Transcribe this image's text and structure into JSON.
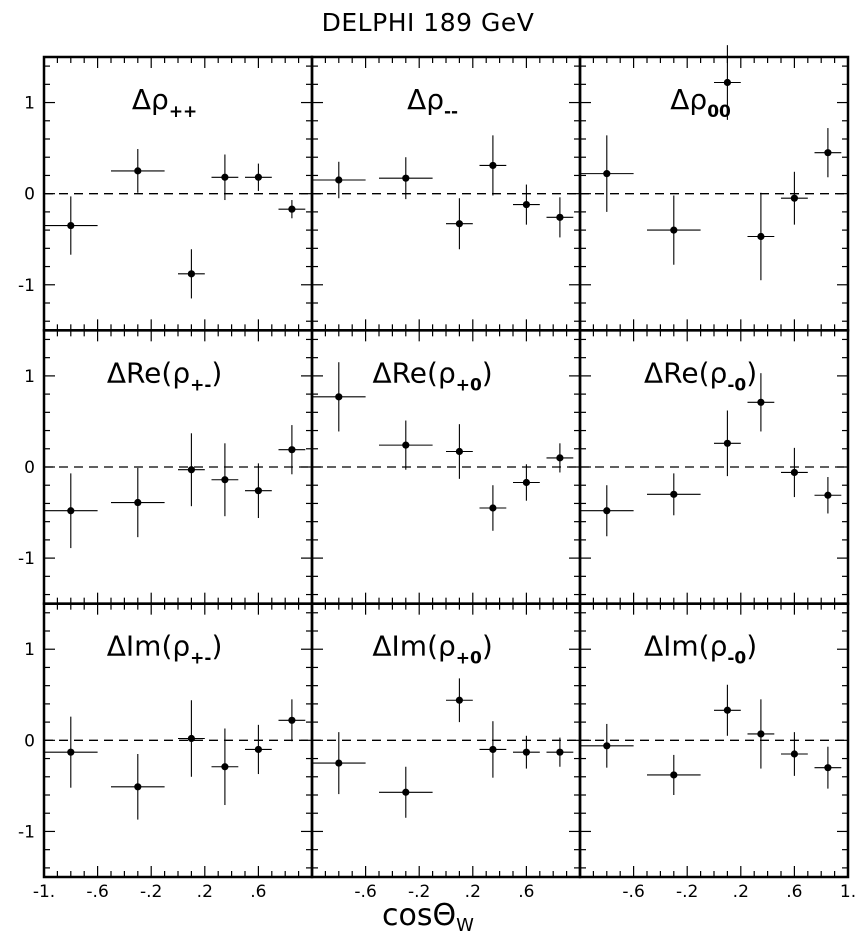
{
  "title": "DELPHI 189 GeV",
  "xlabel": {
    "main": "cosΘ",
    "sub": "W"
  },
  "chart_data": {
    "type": "scatter",
    "grid": false,
    "xlim": [
      -1.0,
      1.0
    ],
    "ylim": [
      -1.5,
      1.5
    ],
    "x_tick_labels": [
      "-1.",
      "-.6",
      "-.2",
      ".2",
      ".6",
      "1."
    ],
    "y_tick_labels": [
      "1",
      "0",
      "-1"
    ],
    "y_tick_values": [
      1,
      0,
      -1
    ],
    "bins": [
      {
        "x": -0.8,
        "xerr": 0.2
      },
      {
        "x": -0.3,
        "xerr": 0.2
      },
      {
        "x": 0.1,
        "xerr": 0.1
      },
      {
        "x": 0.35,
        "xerr": 0.1
      },
      {
        "x": 0.6,
        "xerr": 0.1
      },
      {
        "x": 0.85,
        "xerr": 0.1
      }
    ],
    "panels": [
      {
        "label": {
          "pre": "Δρ",
          "sub": "++",
          "post": ""
        },
        "y": [
          -0.35,
          0.25,
          -0.88,
          0.18,
          0.18,
          -0.17
        ],
        "yerr": [
          0.32,
          0.24,
          0.27,
          0.25,
          0.15,
          0.1
        ]
      },
      {
        "label": {
          "pre": "Δρ",
          "sub": "--",
          "post": ""
        },
        "y": [
          0.15,
          0.17,
          -0.33,
          0.31,
          -0.12,
          -0.26
        ],
        "yerr": [
          0.2,
          0.23,
          0.28,
          0.33,
          0.22,
          0.22
        ]
      },
      {
        "label": {
          "pre": "Δρ",
          "sub": "00",
          "post": ""
        },
        "y": [
          0.22,
          -0.4,
          1.22,
          -0.47,
          -0.05,
          0.45
        ],
        "yerr": [
          0.42,
          0.38,
          0.41,
          0.48,
          0.29,
          0.27
        ]
      },
      {
        "label": {
          "pre": "ΔRe(ρ",
          "sub": "+-",
          "post": ")"
        },
        "y": [
          -0.48,
          -0.39,
          -0.03,
          -0.14,
          -0.26,
          0.19
        ],
        "yerr": [
          0.41,
          0.38,
          0.4,
          0.4,
          0.3,
          0.27
        ]
      },
      {
        "label": {
          "pre": "ΔRe(ρ",
          "sub": "+0",
          "post": ")"
        },
        "y": [
          0.77,
          0.24,
          0.17,
          -0.45,
          -0.17,
          0.1
        ],
        "yerr": [
          0.38,
          0.27,
          0.3,
          0.25,
          0.2,
          0.16
        ]
      },
      {
        "label": {
          "pre": "ΔRe(ρ",
          "sub": "-0",
          "post": ")"
        },
        "y": [
          -0.48,
          -0.3,
          0.26,
          0.71,
          -0.06,
          -0.31
        ],
        "yerr": [
          0.28,
          0.23,
          0.36,
          0.32,
          0.27,
          0.2
        ]
      },
      {
        "label": {
          "pre": "ΔIm(ρ",
          "sub": "+-",
          "post": ")"
        },
        "y": [
          -0.13,
          -0.51,
          0.02,
          -0.29,
          -0.1,
          0.22
        ],
        "yerr": [
          0.39,
          0.36,
          0.42,
          0.42,
          0.27,
          0.23
        ]
      },
      {
        "label": {
          "pre": "ΔIm(ρ",
          "sub": "+0",
          "post": ")"
        },
        "y": [
          -0.25,
          -0.57,
          0.44,
          -0.1,
          -0.13,
          -0.13
        ],
        "yerr": [
          0.34,
          0.28,
          0.24,
          0.31,
          0.18,
          0.16
        ]
      },
      {
        "label": {
          "pre": "ΔIm(ρ",
          "sub": "-0",
          "post": ")"
        },
        "y": [
          -0.06,
          -0.38,
          0.33,
          0.07,
          -0.15,
          -0.3
        ],
        "yerr": [
          0.24,
          0.22,
          0.28,
          0.38,
          0.24,
          0.23
        ]
      }
    ]
  }
}
